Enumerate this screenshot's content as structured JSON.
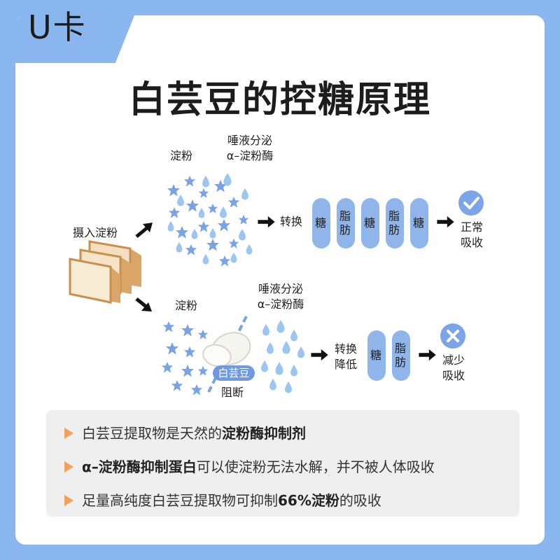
{
  "brand": {
    "logo_text": "U卡"
  },
  "title": "白芸豆的控糖原理",
  "intake_label": "摄入淀粉",
  "top_flow": {
    "starch_label": "淀粉",
    "enzyme_line1": "唾液分泌",
    "enzyme_line2": "α–淀粉酶",
    "convert_label": "转换",
    "pills": [
      "糖",
      "脂肪",
      "糖",
      "脂肪",
      "糖"
    ],
    "result_line1": "正常",
    "result_line2": "吸收"
  },
  "bottom_flow": {
    "starch_label": "淀粉",
    "enzyme_line1": "唾液分泌",
    "enzyme_line2": "α–淀粉酶",
    "badge": "白芸豆",
    "block_label": "阻断",
    "convert_line1": "转换",
    "convert_line2": "降低",
    "pills": [
      "糖",
      "脂肪"
    ],
    "result_line1": "减少",
    "result_line2": "吸收"
  },
  "notes": [
    {
      "pre": "白芸豆提取物是天然的",
      "bold": "淀粉酶抑制剂",
      "post": ""
    },
    {
      "pre": "",
      "bold": "α–淀粉酶抑制蛋白",
      "post": "可以使淀粉无法水解，并不被人体吸收"
    },
    {
      "pre": "足量高纯度白芸豆提取物可抑制",
      "bold": "66%淀粉",
      "post": "的吸收"
    }
  ],
  "colors": {
    "background": "#8ab6f0",
    "pill": "#8fb5ea",
    "star": "#7aa3e6",
    "drop": "#9cc6ef",
    "check_circle": "#7ba5e8",
    "note_marker": "#f2a05a"
  },
  "icons": [
    "bread-icon",
    "star-icon",
    "water-drop-icon",
    "arrow-right-icon",
    "check-circle-icon",
    "x-circle-icon",
    "white-kidney-bean-icon"
  ]
}
